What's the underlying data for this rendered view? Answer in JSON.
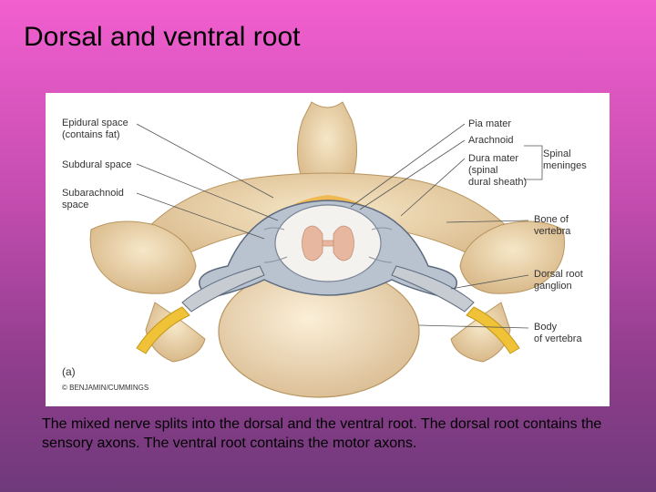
{
  "slide": {
    "title": "Dorsal and ventral root",
    "caption": "The mixed nerve splits into the dorsal and the ventral root. The dorsal root contains the sensory axons. The ventral root contains the motor axons."
  },
  "figure": {
    "left_labels": [
      "Epidural space",
      "(contains fat)",
      "Subdural space",
      "Subarachnoid",
      "space"
    ],
    "right_labels": [
      "Pia mater",
      "Arachnoid",
      "Dura mater",
      "(spinal",
      "dural sheath)",
      "Spinal",
      "meninges",
      "Bone of",
      "vertebra",
      "Dorsal root",
      "ganglion",
      "Body",
      "of vertebra"
    ],
    "panel_letter": "(a)",
    "copyright": "© BENJAMIN/CUMMINGS"
  }
}
